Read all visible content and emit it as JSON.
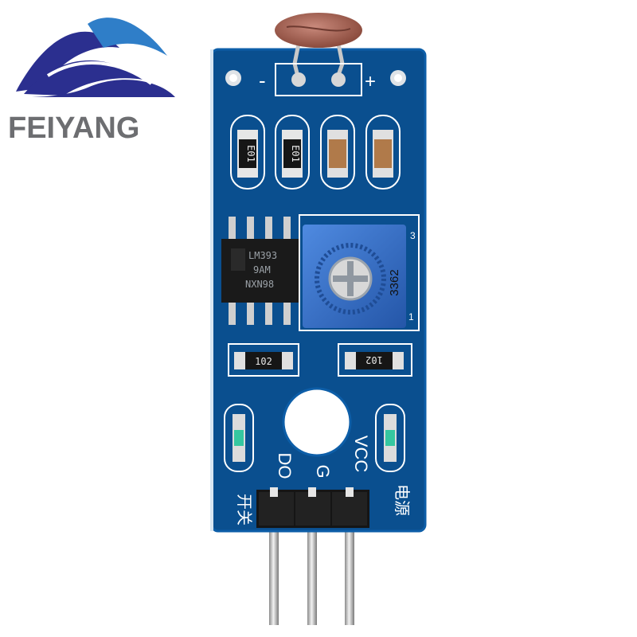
{
  "logo": {
    "text": "FEIYANG",
    "colors": {
      "wave_dark": "#2b2f8f",
      "wave_light": "#2f7ec8",
      "text": "#6d6e71"
    }
  },
  "board": {
    "pcb_color": "#0a4f8f",
    "silkscreen_color": "#ffffff",
    "polarity": {
      "minus": "-",
      "plus": "+"
    },
    "resistors_top": [
      "E01",
      "E01"
    ],
    "chip": {
      "line1": "LM393",
      "line2": "9AM",
      "line3": "NXN98"
    },
    "potentiometer": {
      "label": "3362",
      "pin1": "1",
      "pin3": "3",
      "color": "#2f6fc4"
    },
    "resistors_mid": [
      "102",
      "102"
    ],
    "pin_labels": {
      "do": "DO",
      "gnd": "G",
      "vcc": "VCC"
    },
    "cn_labels": {
      "left": "开关",
      "right": "电源"
    }
  }
}
